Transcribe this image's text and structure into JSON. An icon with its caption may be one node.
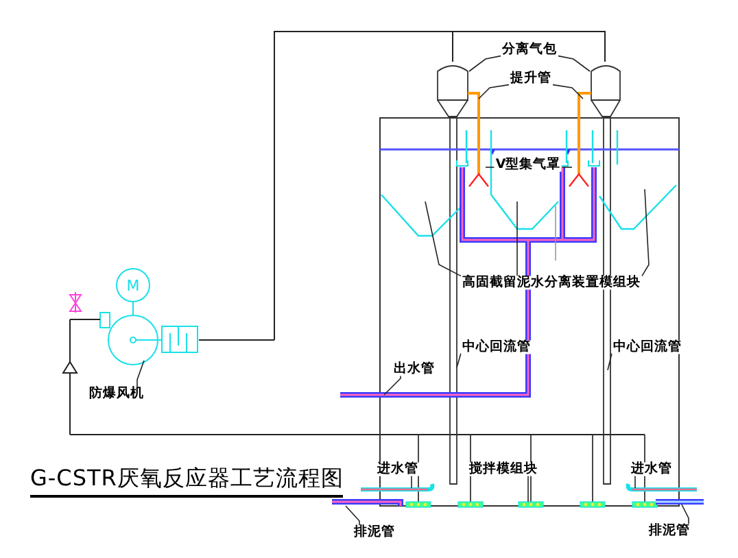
{
  "diagram": {
    "title": "G-CSTR厌氧反应器工艺流程图",
    "nodes": [
      {
        "text": [
          "分离气包"
        ]
      },
      {
        "text": [
          "提升管"
        ]
      },
      {
        "text": [
          "V型集气罩"
        ]
      },
      {
        "text": [
          "高固截留泥水分离装置模组块"
        ]
      },
      {
        "text": [
          "中心回流管"
        ]
      },
      {
        "text": [
          "中心回流管"
        ]
      },
      {
        "text": [
          "出水管"
        ]
      },
      {
        "text": [
          "防爆风机"
        ]
      },
      {
        "text": [
          "进水管"
        ]
      },
      {
        "text": [
          "搅拌模组块"
        ]
      },
      {
        "text": [
          "进水管"
        ]
      },
      {
        "text": [
          "排泥管"
        ]
      },
      {
        "text": [
          "排泥管"
        ]
      }
    ],
    "edges": [
      {
        "from": 0,
        "to": null,
        "arrow": "none"
      },
      {
        "from": 0,
        "to": null,
        "arrow": "none"
      },
      {
        "from": 1,
        "to": null,
        "arrow": "none"
      },
      {
        "from": 1,
        "to": null,
        "arrow": "none"
      },
      {
        "from": 2,
        "to": null,
        "arrow": "none"
      },
      {
        "from": 2,
        "to": null,
        "arrow": "none"
      },
      {
        "from": 3,
        "to": null,
        "arrow": "none"
      },
      {
        "from": 3,
        "to": null,
        "arrow": "none"
      },
      {
        "from": 3,
        "to": null,
        "arrow": "none"
      },
      {
        "from": 4,
        "to": null,
        "arrow": "none"
      },
      {
        "from": 5,
        "to": null,
        "arrow": "none"
      },
      {
        "from": 6,
        "to": null,
        "arrow": "none"
      },
      {
        "from": 7,
        "to": null,
        "arrow": "none"
      },
      {
        "from": 8,
        "to": null,
        "arrow": "none"
      },
      {
        "from": 9,
        "to": null,
        "arrow": "none"
      },
      {
        "from": 10,
        "to": null,
        "arrow": "none"
      },
      {
        "from": 11,
        "to": null,
        "arrow": "none"
      },
      {
        "from": 12,
        "to": null,
        "arrow": "none"
      }
    ],
    "labels": [
      "M"
    ]
  }
}
